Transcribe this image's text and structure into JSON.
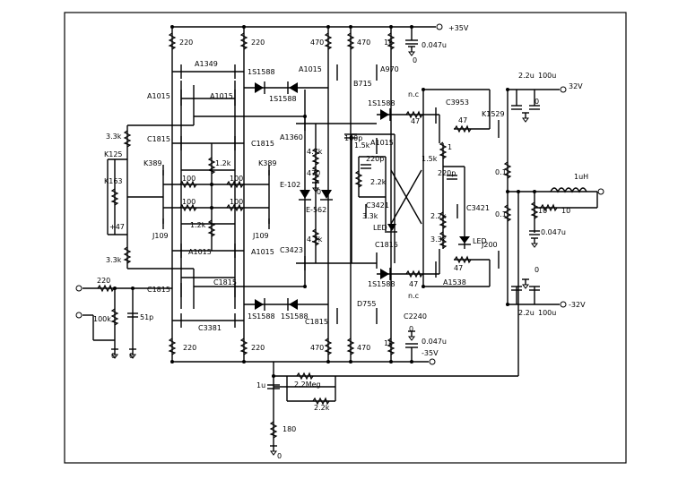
{
  "labels": {
    "vplus": "+35V",
    "c_top": "0.047u",
    "gnd_top": "0",
    "r220a": "220",
    "r220b": "220",
    "r470a": "470",
    "r470b": "470",
    "r1ka": "1k",
    "a1349": "A1349",
    "ss1588a": "1S1588",
    "a1015a": "A1015",
    "b715": "B715",
    "a970": "A970",
    "a1015b": "A1015",
    "a1015c": "A1015",
    "ss1588b": "1S1588",
    "ss1588c": "1S1588",
    "nc1": "n.c",
    "c3953": "C3953",
    "r47a": "47",
    "r47b": "47",
    "k1529": "K1529",
    "c22u1": "2.2u",
    "c100u1": "100u",
    "v32": "32V",
    "gnd_r1": "0",
    "r33k1": "3.3k",
    "c1815a": "C1815",
    "c1815b": "C1815",
    "a1360": "A1360",
    "c100p": "100p",
    "r15k1": "1.5k",
    "a1015d": "A1015",
    "k125": "K125",
    "k389a": "K389",
    "r12k1": "1.2k",
    "k389b": "K389",
    "r47k": "4.7k",
    "c220p1": "220p",
    "r470c": "470",
    "k163": "K163",
    "r100a": "100",
    "r100b": "100",
    "e102": "E-102",
    "r22k1": "2.2k",
    "gnd_mid": "0",
    "r15k2": "1.5k",
    "c220p2": "220p",
    "r01a": "0.1",
    "r1": "1",
    "l1uh": "1uH",
    "r100c": "100",
    "r100d": "100",
    "e562": "E-562",
    "c3421a": "C3421",
    "r10a": "10",
    "r10b": "10",
    "r01b": "0.1",
    "c3421b": "C3421",
    "r22k2": "2.2k",
    "p47": "+47",
    "r33k2": "3.3k",
    "j109a": "J109",
    "r12k2": "1.2k",
    "j109b": "J109",
    "r47k2": "4.7k",
    "led1": "LED",
    "c0047r": "0.047u",
    "r33k3": "3.3k",
    "led2": "LED",
    "c1815c": "C1815",
    "a1015e": "A1015",
    "a1015f": "A1015",
    "r33k4": "3.3k",
    "c3423": "C3423",
    "k200": "J200",
    "ss1588d": "1S1588",
    "r47c": "47",
    "r47d": "47",
    "r220in": "220",
    "c1815d": "C1815",
    "c1815e": "C1815",
    "a1538": "A1538",
    "nc2": "n.c",
    "gnd_r2": "0",
    "vm32": "-32V",
    "r100k": "100k",
    "c51p": "51p",
    "c3381": "C3381",
    "ss1588e": "1S1588",
    "ss1588f": "1S1588",
    "c1815f": "C1815",
    "d755": "D755",
    "c2240": "C2240",
    "c22u2": "2.2u",
    "c100u2": "100u",
    "r220c": "220",
    "r220d": "220",
    "r470d": "470",
    "r470e": "470",
    "r1kb": "1k",
    "c0047b": "0.047u",
    "vminus": "-35V",
    "gnd_in1": "0",
    "gnd_in2": "0",
    "gnd_b": "0",
    "c1u": "1u",
    "r22meg": "2.2Meg",
    "r22k3": "2.2k",
    "r180": "180",
    "gnd_f": "0"
  }
}
